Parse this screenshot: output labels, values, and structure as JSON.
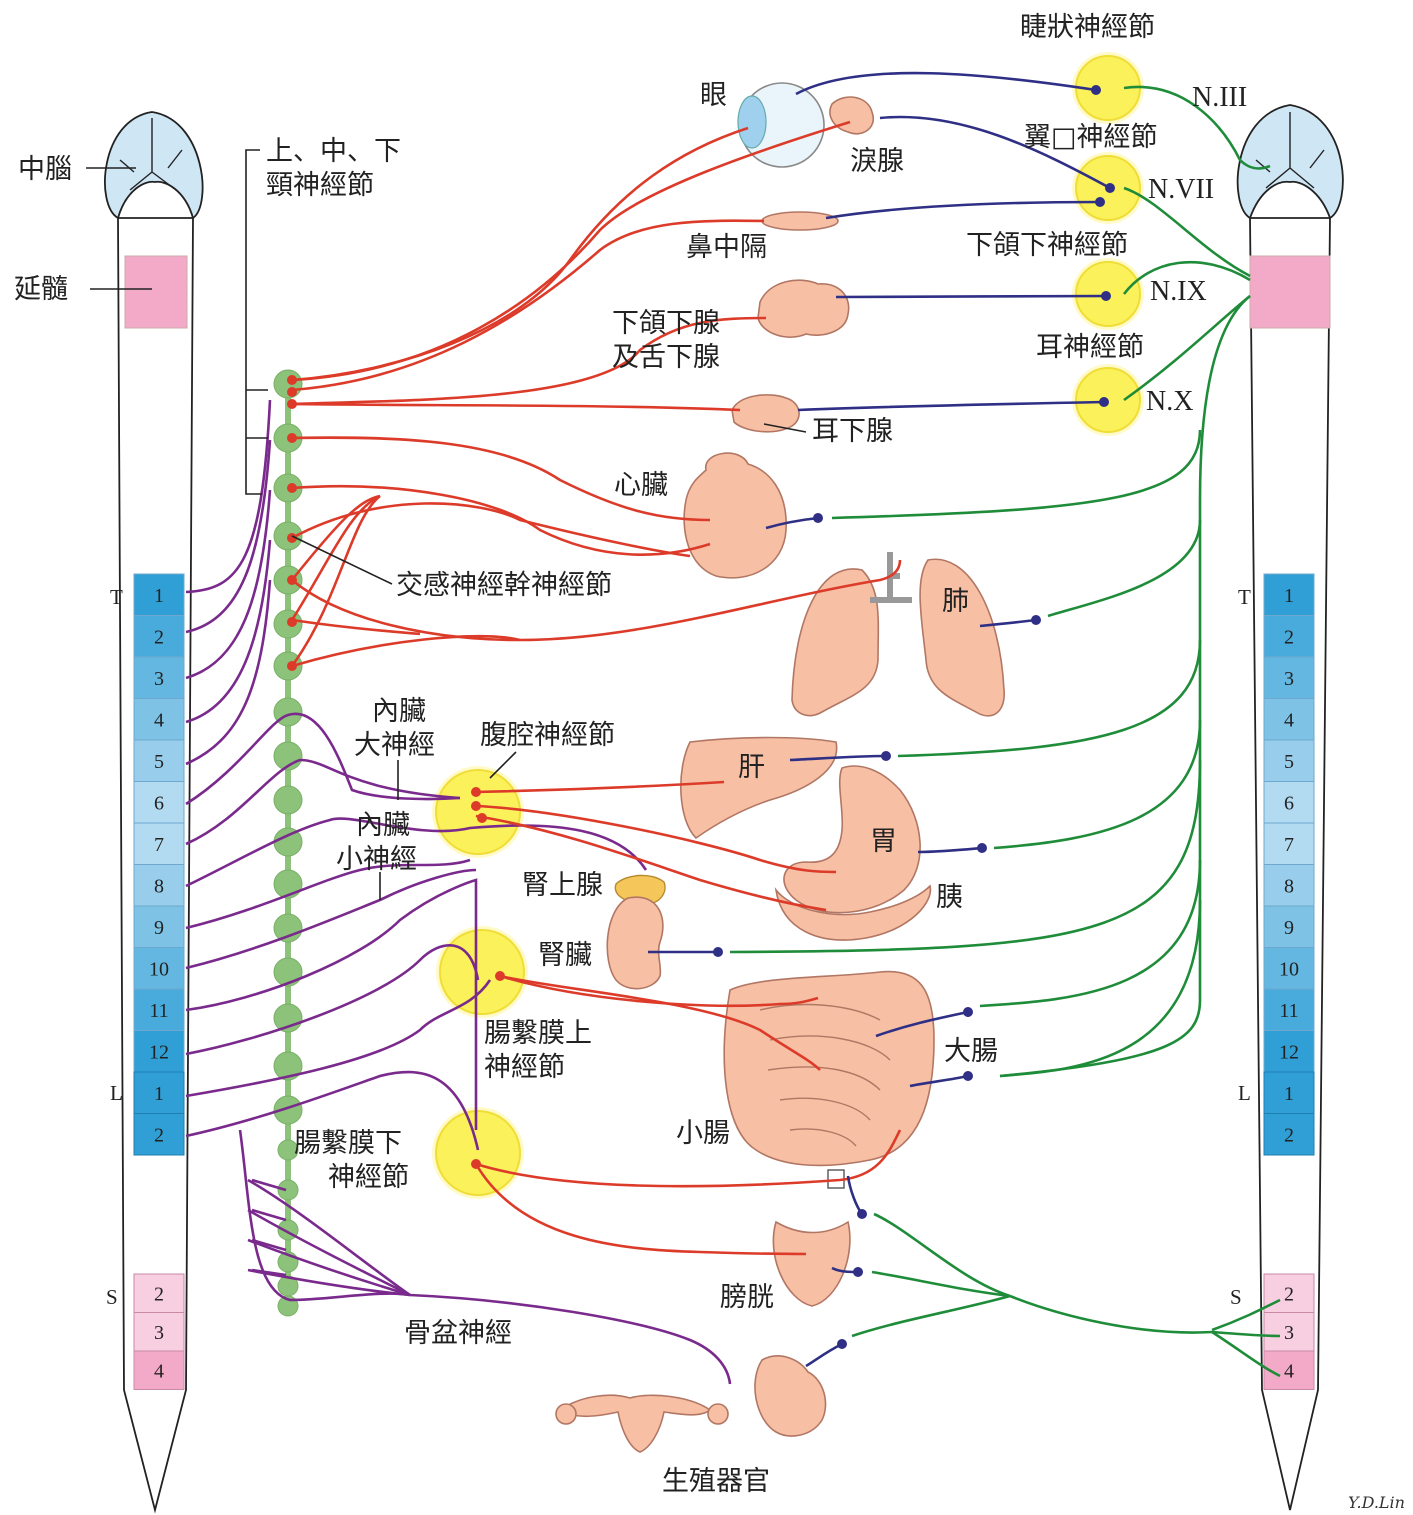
{
  "labels": {
    "midbrain": "中腦",
    "medulla": "延髓",
    "cervical_ganglia_line1": "上、中、下",
    "cervical_ganglia_line2": "頸神經節",
    "sympathetic_chain_ganglia": "交感神經幹神經節",
    "greater_splanchnic_line1": "內臟",
    "greater_splanchnic_line2": "大神經",
    "lesser_splanchnic_line1": "內臟",
    "lesser_splanchnic_line2": "小神經",
    "celiac_ganglion": "腹腔神經節",
    "superior_mesenteric_line1": "腸繫膜上",
    "superior_mesenteric_line2": "神經節",
    "inferior_mesenteric_line1": "腸繫膜下",
    "inferior_mesenteric_line2": "神經節",
    "pelvic_nerve": "骨盆神經",
    "eye": "眼",
    "lacrimal_gland": "淚腺",
    "nasal_septum": "鼻中隔",
    "submandibular_gland_line1": "下頜下腺",
    "submandibular_gland_line2": "及舌下腺",
    "parotid_gland": "耳下腺",
    "heart": "心臟",
    "lung": "肺",
    "liver": "肝",
    "stomach": "胃",
    "pancreas": "胰",
    "adrenal_gland": "腎上腺",
    "kidney": "腎臟",
    "large_intestine": "大腸",
    "small_intestine": "小腸",
    "bladder": "膀胱",
    "genitals": "生殖器官",
    "ciliary_ganglion": "睫狀神經節",
    "pterygopalatine_ganglion": "翼□神經節",
    "submandibular_ganglion": "下頜下神經節",
    "otic_ganglion": "耳神經節",
    "n3": "N.III",
    "n7": "N.VII",
    "n9": "N.IX",
    "n10": "N.X",
    "signature": "Y.D.Lin"
  },
  "spinal_cord": {
    "thoracic_label": "T",
    "lumbar_label": "L",
    "sacral_label": "S",
    "thoracic_segments": [
      "1",
      "2",
      "3",
      "4",
      "5",
      "6",
      "7",
      "8",
      "9",
      "10",
      "11",
      "12"
    ],
    "lumbar_segments": [
      "1",
      "2"
    ],
    "sacral_segments": [
      "2",
      "3",
      "4"
    ]
  },
  "colors": {
    "sympathetic_preganglionic": "#7a2a8c",
    "sympathetic_postganglionic": "#dd3b2a",
    "parasympathetic_preganglionic": "#1f8c3a",
    "parasympathetic_postganglionic": "#2e2f85",
    "sympathetic_chain": "#8cc27a",
    "ganglion": "#fbf15a",
    "organ": "#f7bfa4",
    "brain": "#cfe6f5",
    "medulla": "#f3aac8",
    "thoracic_dark": "#2f9fd6",
    "thoracic_light": "#bfe0f3"
  }
}
